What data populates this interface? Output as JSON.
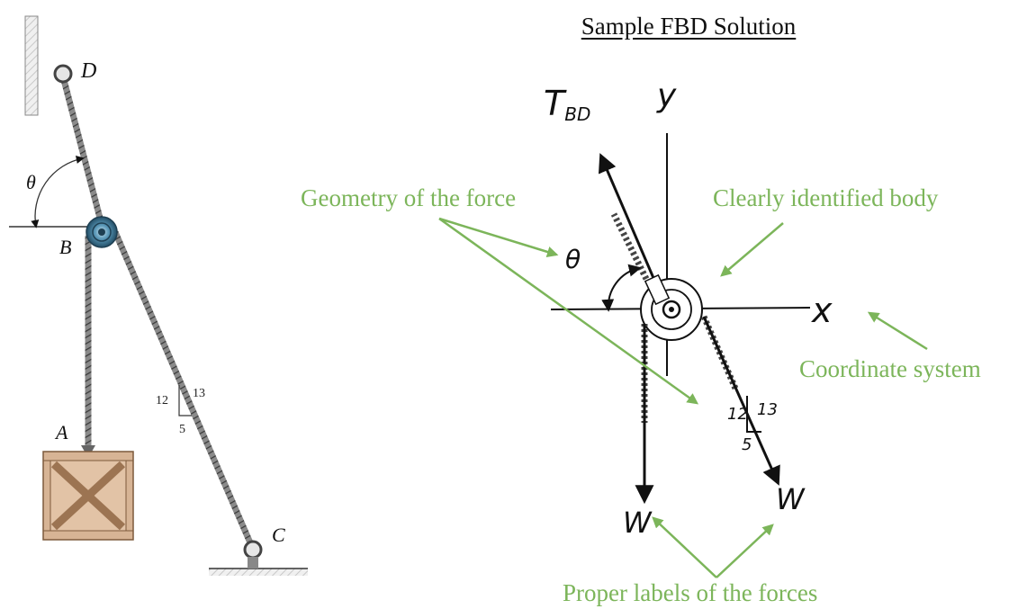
{
  "title": "Sample FBD Solution",
  "left_figure": {
    "point_labels": {
      "D": "D",
      "B": "B",
      "A": "A",
      "C": "C"
    },
    "angle_label": "θ",
    "slope": {
      "rise": "12",
      "hyp": "13",
      "run": "5"
    }
  },
  "fbd": {
    "tension_label_main": "T",
    "tension_label_sub": "BD",
    "y_axis_label": "y",
    "x_axis_label": "x",
    "angle_label": "θ",
    "weight_left": "W",
    "weight_right": "W",
    "slope": {
      "rise": "12",
      "hyp": "13",
      "run": "5"
    }
  },
  "annotations": {
    "geometry": "Geometry of the force",
    "body": "Clearly identified body",
    "coordinate": "Coordinate system",
    "labels": "Proper labels of the forces"
  },
  "colors": {
    "annotation": "#7cb55a",
    "rope": "#555555",
    "crate": "#d7b495",
    "pulley": "#4a88a8"
  }
}
